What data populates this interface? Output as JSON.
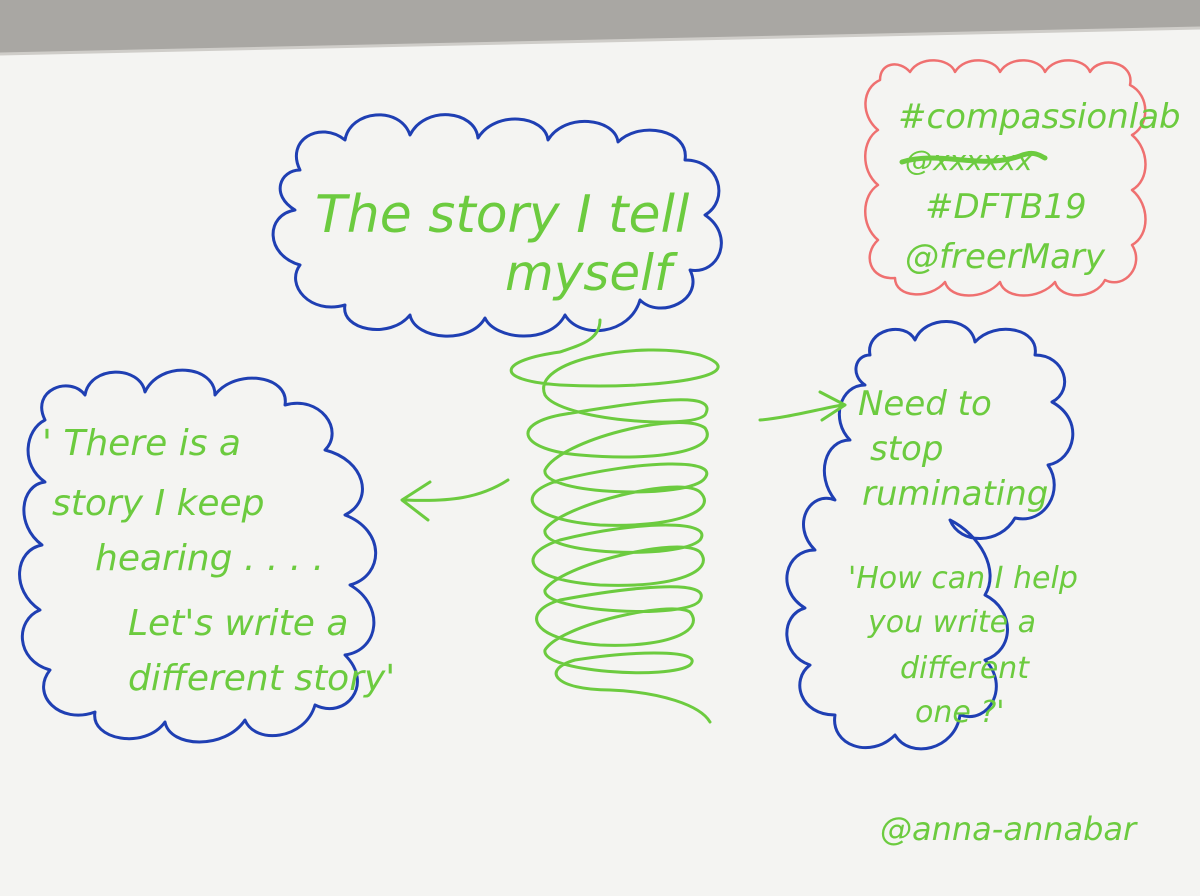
{
  "colors": {
    "paper": "#f4f4f2",
    "blue_ink": "#1f3fb3",
    "green_ink": "#6ccb3f",
    "red_ink": "#ef7070",
    "background": "#8e8b86"
  },
  "main_bubble": {
    "line1": "The story I tell",
    "line2": "myself"
  },
  "hashtag_box": {
    "tag1": "#compassionlab",
    "crossed_out": "@xxxxxx",
    "tag2": "#DFTB19",
    "tag3": "@freerMary"
  },
  "left_bubble": {
    "line1": "' There is a",
    "line2": "story I keep",
    "line3": "hearing . . . .",
    "line4": "Let's write a",
    "line5": "different story'"
  },
  "right_bubble": {
    "line1": "Need to",
    "line2": "stop",
    "line3": "ruminating",
    "line4": "'How can I help",
    "line5": "you write a",
    "line6": "different",
    "line7": "one ?'"
  },
  "signature": "@anna-annabar"
}
